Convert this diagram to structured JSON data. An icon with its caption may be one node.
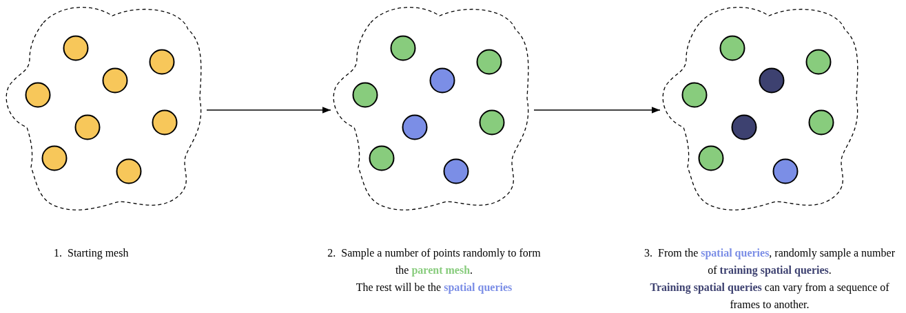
{
  "diagram": {
    "nodes": [
      {
        "text": [],
        "shape": "cloud",
        "beside": [
          "1.  Starting mesh"
        ]
      },
      {
        "text": [],
        "shape": "cloud",
        "beside": [
          "2.  Sample a number of points randomly to form the **parent mesh**.",
          "The rest will be the **spatial queries**"
        ]
      },
      {
        "text": [],
        "shape": "cloud",
        "beside": [
          "3.  From the **spatial queries**, randomly sample a number of **training spatial queries**.",
          "**Training spatial queries** can vary from a sequence of frames to another."
        ]
      }
    ],
    "edges": [
      {
        "from": 0,
        "to": 1,
        "arrow": "to"
      },
      {
        "from": 1,
        "to": 2,
        "arrow": "to"
      }
    ]
  }
}
